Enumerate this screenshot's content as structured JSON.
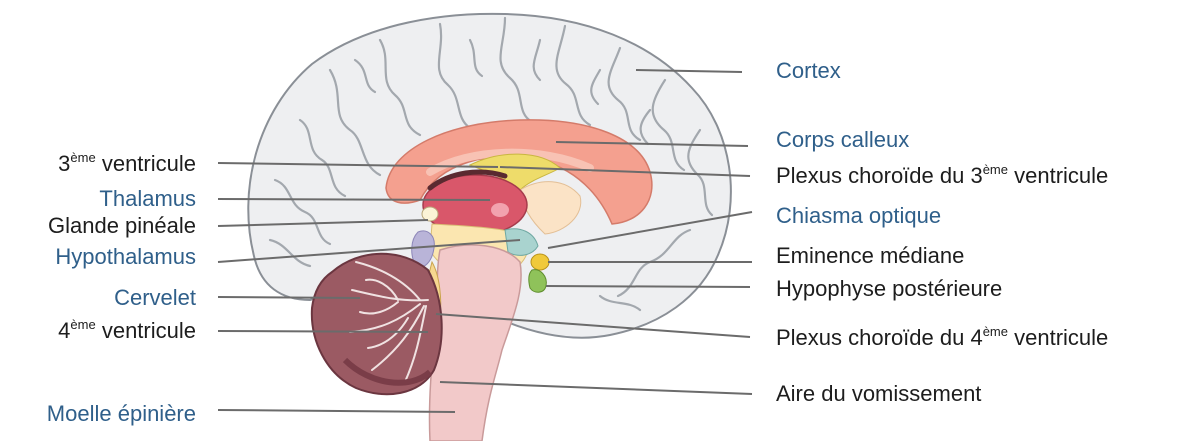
{
  "labels": {
    "cortex": {
      "text": "Cortex",
      "color": "#2f5f8a"
    },
    "corps_calleux": {
      "text": "Corps calleux",
      "color": "#2f5f8a"
    },
    "plexus_3": {
      "pre": "Plexus choroïde du 3",
      "sup": "ème",
      "post": " ventricule",
      "color": "#1d1d1d"
    },
    "chiasma": {
      "text": "Chiasma optique",
      "color": "#2f5f8a"
    },
    "eminence": {
      "text": "Eminence médiane",
      "color": "#1d1d1d"
    },
    "hypophyse": {
      "text": "Hypophyse postérieure",
      "color": "#1d1d1d"
    },
    "plexus_4": {
      "pre": "Plexus choroïde du 4",
      "sup": "ème",
      "post": " ventricule",
      "color": "#1d1d1d"
    },
    "aire": {
      "text": "Aire du vomissement",
      "color": "#1d1d1d"
    },
    "ventricule_3": {
      "pre": "3",
      "sup": "ème",
      "post": " ventricule",
      "color": "#1d1d1d"
    },
    "thalamus": {
      "text": "Thalamus",
      "color": "#2f5f8a"
    },
    "glande": {
      "text": "Glande pinéale",
      "color": "#1d1d1d"
    },
    "hypothalamus": {
      "text": "Hypothalamus",
      "color": "#2f5f8a"
    },
    "cervelet": {
      "text": "Cervelet",
      "color": "#2f5f8a"
    },
    "ventricule_4": {
      "pre": "4",
      "sup": "ème",
      "post": " ventricule",
      "color": "#1d1d1d"
    },
    "moelle": {
      "text": "Moelle épinière",
      "color": "#2f5f8a"
    }
  },
  "colors": {
    "leader_line": "#6b6b6b",
    "cortex_fill": "#eeeff1",
    "cortex_stroke": "#8a8f96",
    "corpus_callosum": "#f4a08f",
    "thalamus": "#d9576a",
    "brainstem": "#f2c9c9",
    "cerebellum": "#9b5a63",
    "hypophysis": "#8fc25a",
    "eminence": "#f0c93a",
    "ventricle": "#a9d3cf"
  }
}
